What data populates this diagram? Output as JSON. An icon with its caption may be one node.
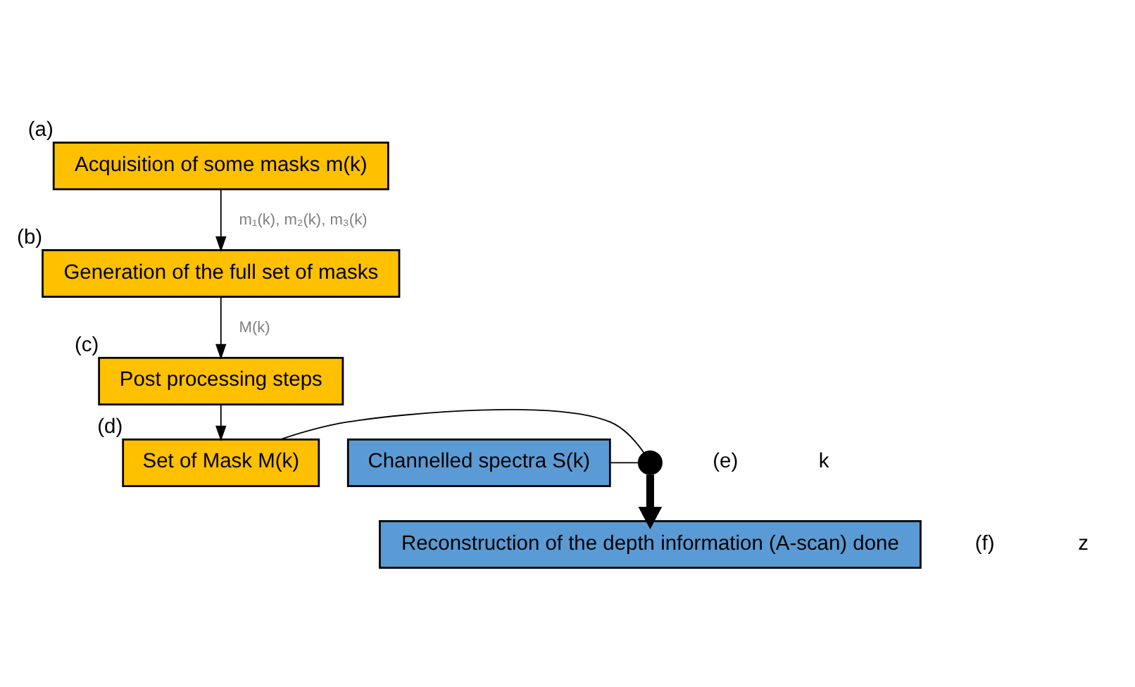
{
  "diagram": {
    "nodes": [
      {
        "text": [
          "Acquisition of some masks m(k)"
        ],
        "beside": [
          "(a)"
        ]
      },
      {
        "text": [
          "Generation of the full set of masks"
        ],
        "beside": [
          "(b)"
        ]
      },
      {
        "text": [
          "Post processing steps"
        ],
        "beside": [
          "(c)"
        ]
      },
      {
        "text": [
          "Set of Mask M(k)"
        ],
        "beside": [
          "(d)"
        ]
      },
      {
        "text": [
          "Channelled spectra S(k)"
        ]
      },
      {
        "text": [],
        "shape": "cross"
      },
      {
        "text": [
          "Reconstruction of the depth information (A-scan) done"
        ]
      }
    ],
    "edges": [
      {
        "from": 0,
        "to": 1,
        "arrow": "to",
        "label": "m₁(k), m₂(k), m₃(k)"
      },
      {
        "from": 1,
        "to": 2,
        "arrow": "to",
        "label": "M(k)"
      },
      {
        "from": 2,
        "to": 3,
        "arrow": "to"
      },
      {
        "from": 3,
        "to": 5,
        "arrow": "none"
      },
      {
        "from": 4,
        "to": 5,
        "arrow": "none"
      },
      {
        "from": 5,
        "to": 6,
        "arrow": "to",
        "style": "thick"
      }
    ],
    "labels": [
      "(e)",
      "k",
      "(f)",
      "z"
    ]
  }
}
